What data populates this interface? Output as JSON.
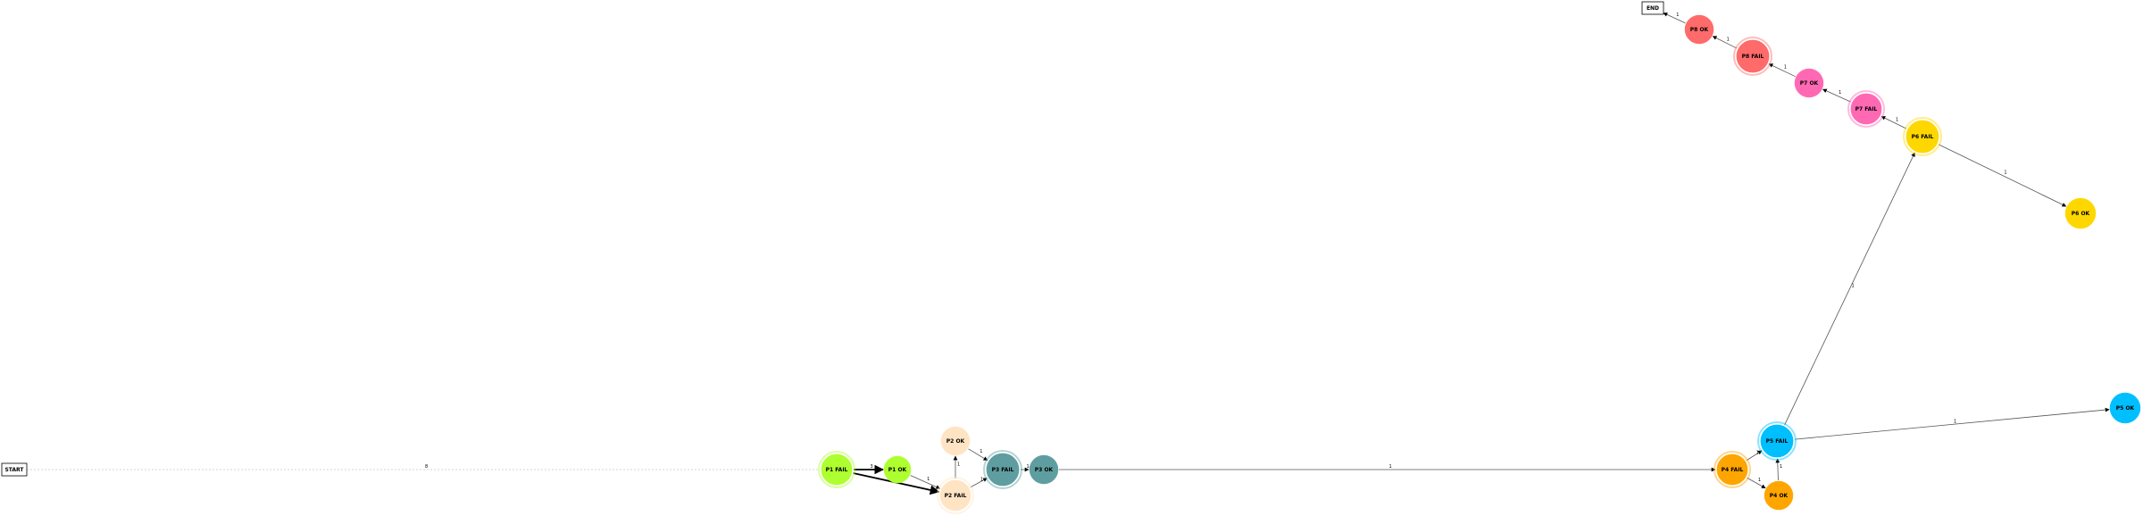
{
  "diagram": {
    "start_label": "START",
    "end_label": "END",
    "nodes": [
      {
        "id": "p1fail",
        "label": "P1 FAIL",
        "color": "#adff2f",
        "fail": true
      },
      {
        "id": "p1ok",
        "label": "P1 OK",
        "color": "#adff2f",
        "fail": false
      },
      {
        "id": "p2fail",
        "label": "P2 FAIL",
        "color": "#ffe4c4",
        "fail": true
      },
      {
        "id": "p2ok",
        "label": "P2 OK",
        "color": "#ffe4c4",
        "fail": false
      },
      {
        "id": "p3fail",
        "label": "P3 FAIL",
        "color": "#5f9ea0",
        "fail": true
      },
      {
        "id": "p3ok",
        "label": "P3 OK",
        "color": "#5f9ea0",
        "fail": false
      },
      {
        "id": "p4fail",
        "label": "P4 FAIL",
        "color": "#ffa500",
        "fail": true
      },
      {
        "id": "p4ok",
        "label": "P4 OK",
        "color": "#ffa500",
        "fail": false
      },
      {
        "id": "p5fail",
        "label": "P5 FAIL",
        "color": "#00bfff",
        "fail": true
      },
      {
        "id": "p5ok",
        "label": "P5 OK",
        "color": "#00bfff",
        "fail": false
      },
      {
        "id": "p6fail",
        "label": "P6 FAIL",
        "color": "#ffd700",
        "fail": true
      },
      {
        "id": "p6ok",
        "label": "P6 OK",
        "color": "#ffd700",
        "fail": false
      },
      {
        "id": "p7fail",
        "label": "P7 FAIL",
        "color": "#ff69b4",
        "fail": true
      },
      {
        "id": "p7ok",
        "label": "P7 OK",
        "color": "#ff69b4",
        "fail": false
      },
      {
        "id": "p8fail",
        "label": "P8 FAIL",
        "color": "#ff6a6a",
        "fail": true
      },
      {
        "id": "p8ok",
        "label": "P8 OK",
        "color": "#ff6a6a",
        "fail": false
      }
    ],
    "edges": [
      {
        "from": "start",
        "to": "p1fail",
        "label": "8",
        "style": "dotted"
      },
      {
        "from": "p1fail",
        "to": "p1ok",
        "label": "3",
        "style": "bold"
      },
      {
        "from": "p1fail",
        "to": "p2fail",
        "label": "5",
        "style": "bold"
      },
      {
        "from": "p1ok",
        "to": "p2fail",
        "label": "1",
        "style": "normal"
      },
      {
        "from": "p2fail",
        "to": "p2ok",
        "label": "1",
        "style": "normal"
      },
      {
        "from": "p2ok",
        "to": "p3fail",
        "label": "1",
        "style": "normal"
      },
      {
        "from": "p2fail",
        "to": "p3fail",
        "label": "1",
        "style": "normal"
      },
      {
        "from": "p3fail",
        "to": "p3ok",
        "label": "1",
        "style": "normal"
      },
      {
        "from": "p3ok",
        "to": "p4fail",
        "label": "1",
        "style": "normal"
      },
      {
        "from": "p4fail",
        "to": "p4ok",
        "label": "1",
        "style": "normal"
      },
      {
        "from": "p4fail",
        "to": "p5fail",
        "label": "1",
        "style": "normal"
      },
      {
        "from": "p4ok",
        "to": "p5fail",
        "label": "1",
        "style": "normal"
      },
      {
        "from": "p5fail",
        "to": "p5ok",
        "label": "1",
        "style": "normal"
      },
      {
        "from": "p5fail",
        "to": "p6fail",
        "label": "1",
        "style": "normal"
      },
      {
        "from": "p6fail",
        "to": "p6ok",
        "label": "1",
        "style": "normal"
      },
      {
        "from": "p6fail",
        "to": "p7fail",
        "label": "1",
        "style": "normal"
      },
      {
        "from": "p7fail",
        "to": "p7ok",
        "label": "1",
        "style": "normal"
      },
      {
        "from": "p7ok",
        "to": "p8fail",
        "label": "1",
        "style": "normal"
      },
      {
        "from": "p8fail",
        "to": "p8ok",
        "label": "1",
        "style": "normal"
      },
      {
        "from": "p8ok",
        "to": "end",
        "label": "1",
        "style": "normal"
      }
    ]
  }
}
